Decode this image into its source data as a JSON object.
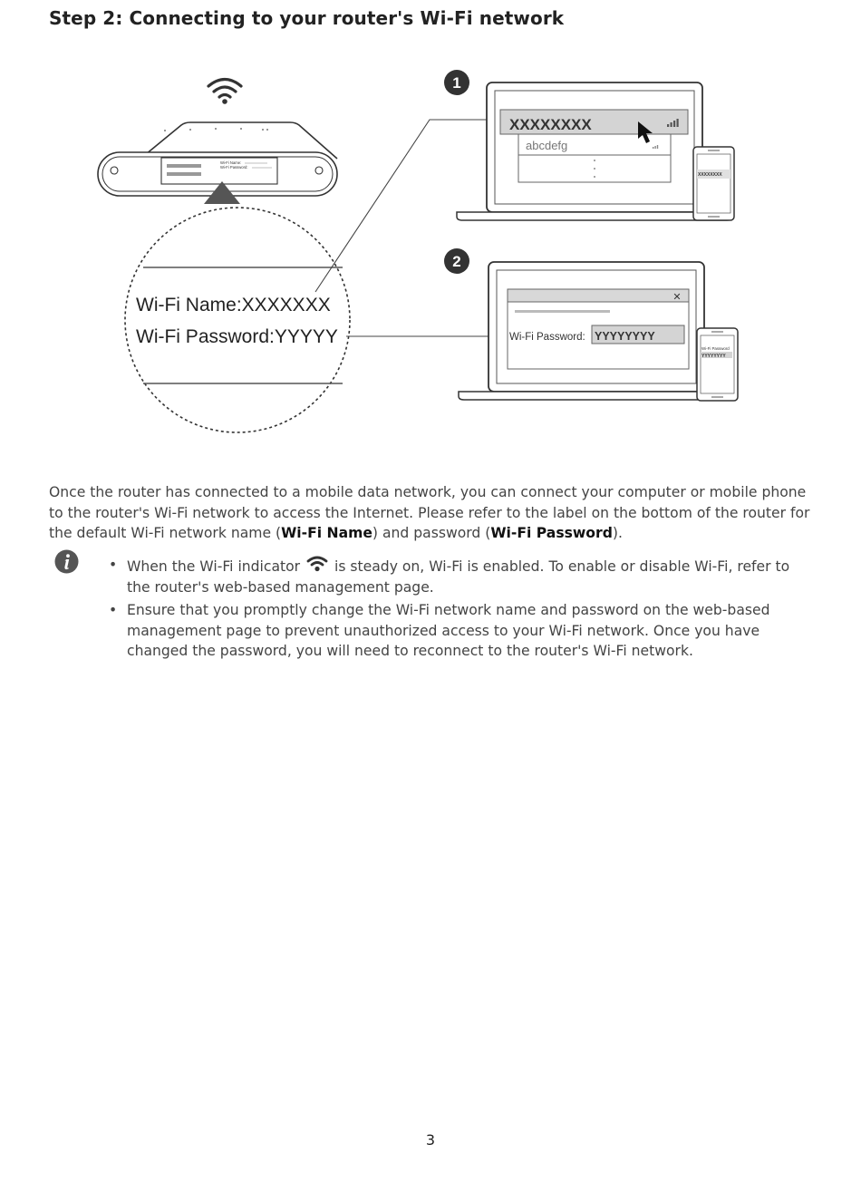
{
  "heading": "Step 2: Connecting to your router's Wi-Fi network",
  "figure": {
    "callout_1": "1",
    "callout_2": "2",
    "label_mini_name": "Wi-Fi Name:",
    "label_mini_password": "Wi-Fi Password:",
    "label_name": "Wi-Fi Name:XXXXXXX",
    "label_password": "Wi-Fi Password:YYYYY",
    "ssid_selected": "XXXXXXXX",
    "ssid_other": "abcdefg",
    "phone_ssid": "XXXXXXXX",
    "password_field_label": "Wi-Fi Password:",
    "password_field_value": "YYYYYYYY",
    "phone_password_label": "Wi-Fi Password",
    "phone_password_value": "YYYYYYYY",
    "close_glyph": "✕"
  },
  "intro": {
    "part1": "Once the router has connected to a mobile data network, you can connect your computer or mobile phone to the router's Wi-Fi network to access the Internet. Please refer to the label on the bottom of the router for the default Wi-Fi network name (",
    "bold1": "Wi-Fi Name",
    "part2": ") and password (",
    "bold2": "Wi-Fi Password",
    "part3": ")."
  },
  "notes": {
    "icon": "info-icon",
    "bullet": "•",
    "item1_before": "When the Wi-Fi indicator ",
    "item1_after": " is steady on, Wi-Fi is enabled. To enable or disable Wi-Fi, refer to the router's web-based management page.",
    "item2": "Ensure that you promptly change the Wi-Fi network name and password on the web-based management page to prevent unauthorized access to your Wi-Fi network. Once you have changed the password, you will need to reconnect to the router's Wi-Fi network."
  },
  "page_number": "3"
}
